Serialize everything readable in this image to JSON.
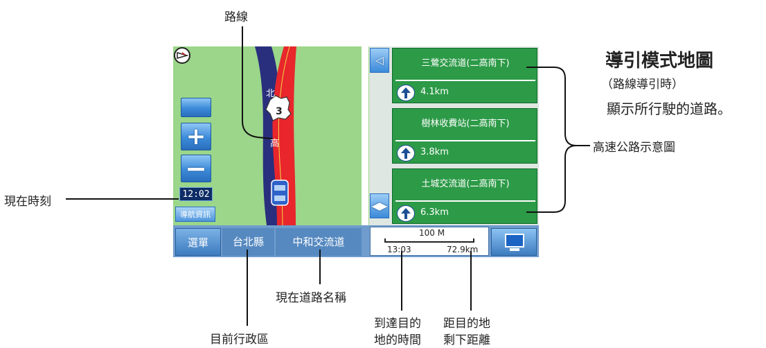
{
  "labels": {
    "route": "路線",
    "current_time": "現在時刻",
    "highway_diagram": "高速公路示意圖",
    "current_road": "現在道路名稱",
    "current_region": "目前行政區",
    "arrival_time_line1": "到達目的",
    "arrival_time_line2": "地的時間",
    "remaining_line1": "距目的地",
    "remaining_line2": "剩下距離"
  },
  "title": {
    "main": "導引模式地圖",
    "sub": "（路線導引時）",
    "desc": "顯示所行駛的道路。"
  },
  "map": {
    "highway_shield": "3",
    "road_text_1": "北",
    "road_text_2": "高",
    "clock": "12:02",
    "nav_info_button": "導航資訊"
  },
  "highway": {
    "items": [
      {
        "name": "三鶯交流道(二高南下)",
        "distance": "4.1km"
      },
      {
        "name": "樹林收費站(二高南下)",
        "distance": "3.8km"
      },
      {
        "name": "土城交流道(二高南下)",
        "distance": "6.3km"
      }
    ]
  },
  "bottom_bar": {
    "menu": "選單",
    "region": "台北縣",
    "road": "中和交流道",
    "scale": "100 M",
    "arrival": "13:03",
    "remaining": "72.9km"
  },
  "colors": {
    "map_bg": "#9bd68a",
    "route_red": "#e8262b",
    "road_navy": "#2a2f7d",
    "highway_green": "#2c9a47",
    "bar_blue": "#6f9ccd"
  }
}
